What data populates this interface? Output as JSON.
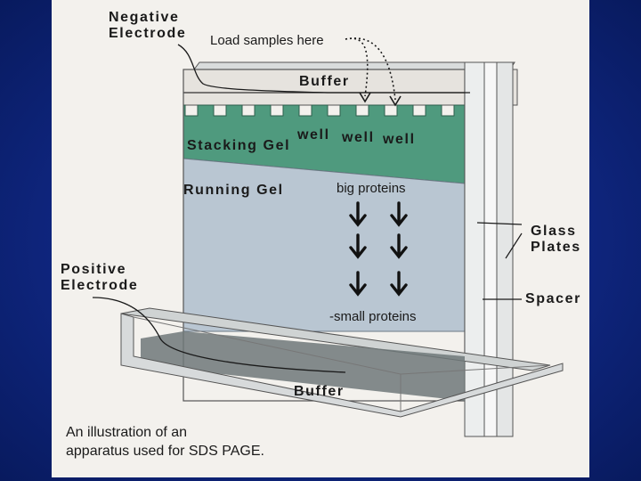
{
  "labels": {
    "negative_electrode": [
      "Negative",
      "Electrode"
    ],
    "load_samples": "Load samples here",
    "buffer_top": "Buffer",
    "wells": [
      "well",
      "well",
      "well"
    ],
    "stacking_gel": "Stacking Gel",
    "running_gel": "Running Gel",
    "big_proteins": "big proteins",
    "glass_plates": [
      "Glass",
      "Plates"
    ],
    "positive_electrode": [
      "Positive",
      "Electrode"
    ],
    "spacer": "Spacer",
    "small_proteins": "-small proteins",
    "buffer_bottom": "Buffer",
    "caption": [
      "An illustration of an",
      "apparatus used for SDS PAGE."
    ]
  },
  "colors": {
    "slide_background": "#0f2680",
    "stacking_gel": "#4f9a7e",
    "running_gel": "#b9c6d2",
    "glass": "#e9ecee",
    "buffer_tray": "#d7dadb",
    "buffer_dark": "#6e7879",
    "ink": "#1a1a1a"
  },
  "icons": [
    "arrow-down-icon",
    "dotted-arrow-icon"
  ]
}
